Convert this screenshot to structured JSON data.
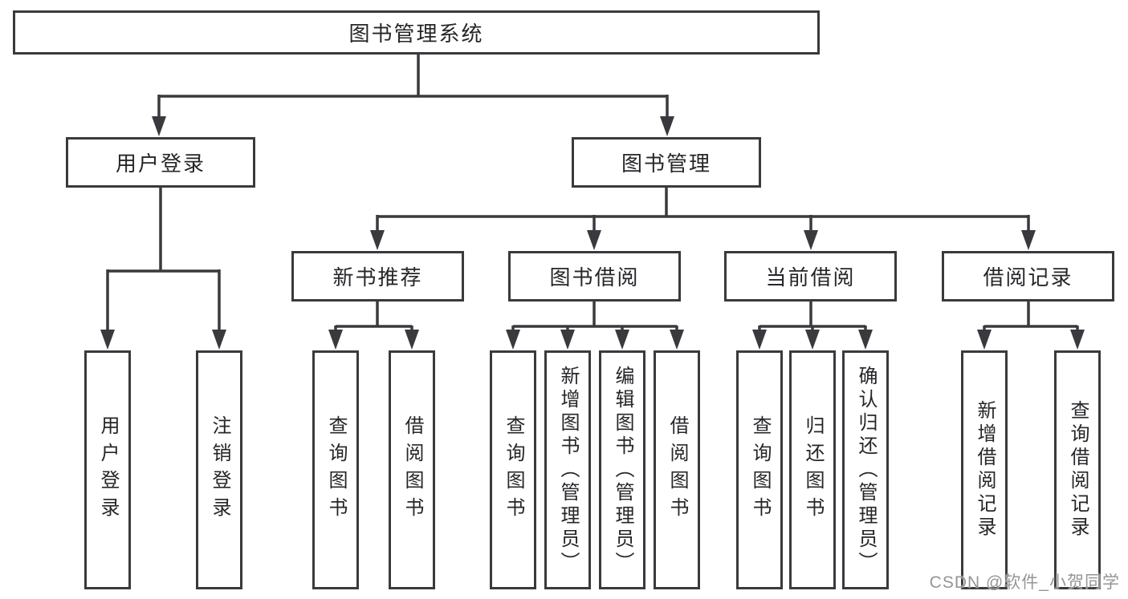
{
  "root": {
    "label": "图书管理系统"
  },
  "branches": {
    "user_login": {
      "label": "用户登录",
      "children": [
        {
          "label": "用户登录"
        },
        {
          "label": "注销登录"
        }
      ]
    },
    "book_mgmt": {
      "label": "图书管理",
      "groups": [
        {
          "label": "新书推荐",
          "children": [
            {
              "label": "查询图书"
            },
            {
              "label": "借阅图书"
            }
          ]
        },
        {
          "label": "图书借阅",
          "children": [
            {
              "label": "查询图书"
            },
            {
              "label": "新增图书（管理员）"
            },
            {
              "label": "编辑图书（管理员）"
            },
            {
              "label": "借阅图书"
            }
          ]
        },
        {
          "label": "当前借阅",
          "children": [
            {
              "label": "查询图书"
            },
            {
              "label": "归还图书"
            },
            {
              "label": "确认归还（管理员）"
            }
          ]
        },
        {
          "label": "借阅记录",
          "children": [
            {
              "label": "新增借阅记录"
            },
            {
              "label": "查询借阅记录"
            }
          ]
        }
      ]
    }
  },
  "watermark": {
    "text": "CSDN @软件_小贺同学"
  },
  "colors": {
    "line": "#3a3a3e",
    "text": "#26262a",
    "watermark": "#959595",
    "background": "#ffffff"
  }
}
